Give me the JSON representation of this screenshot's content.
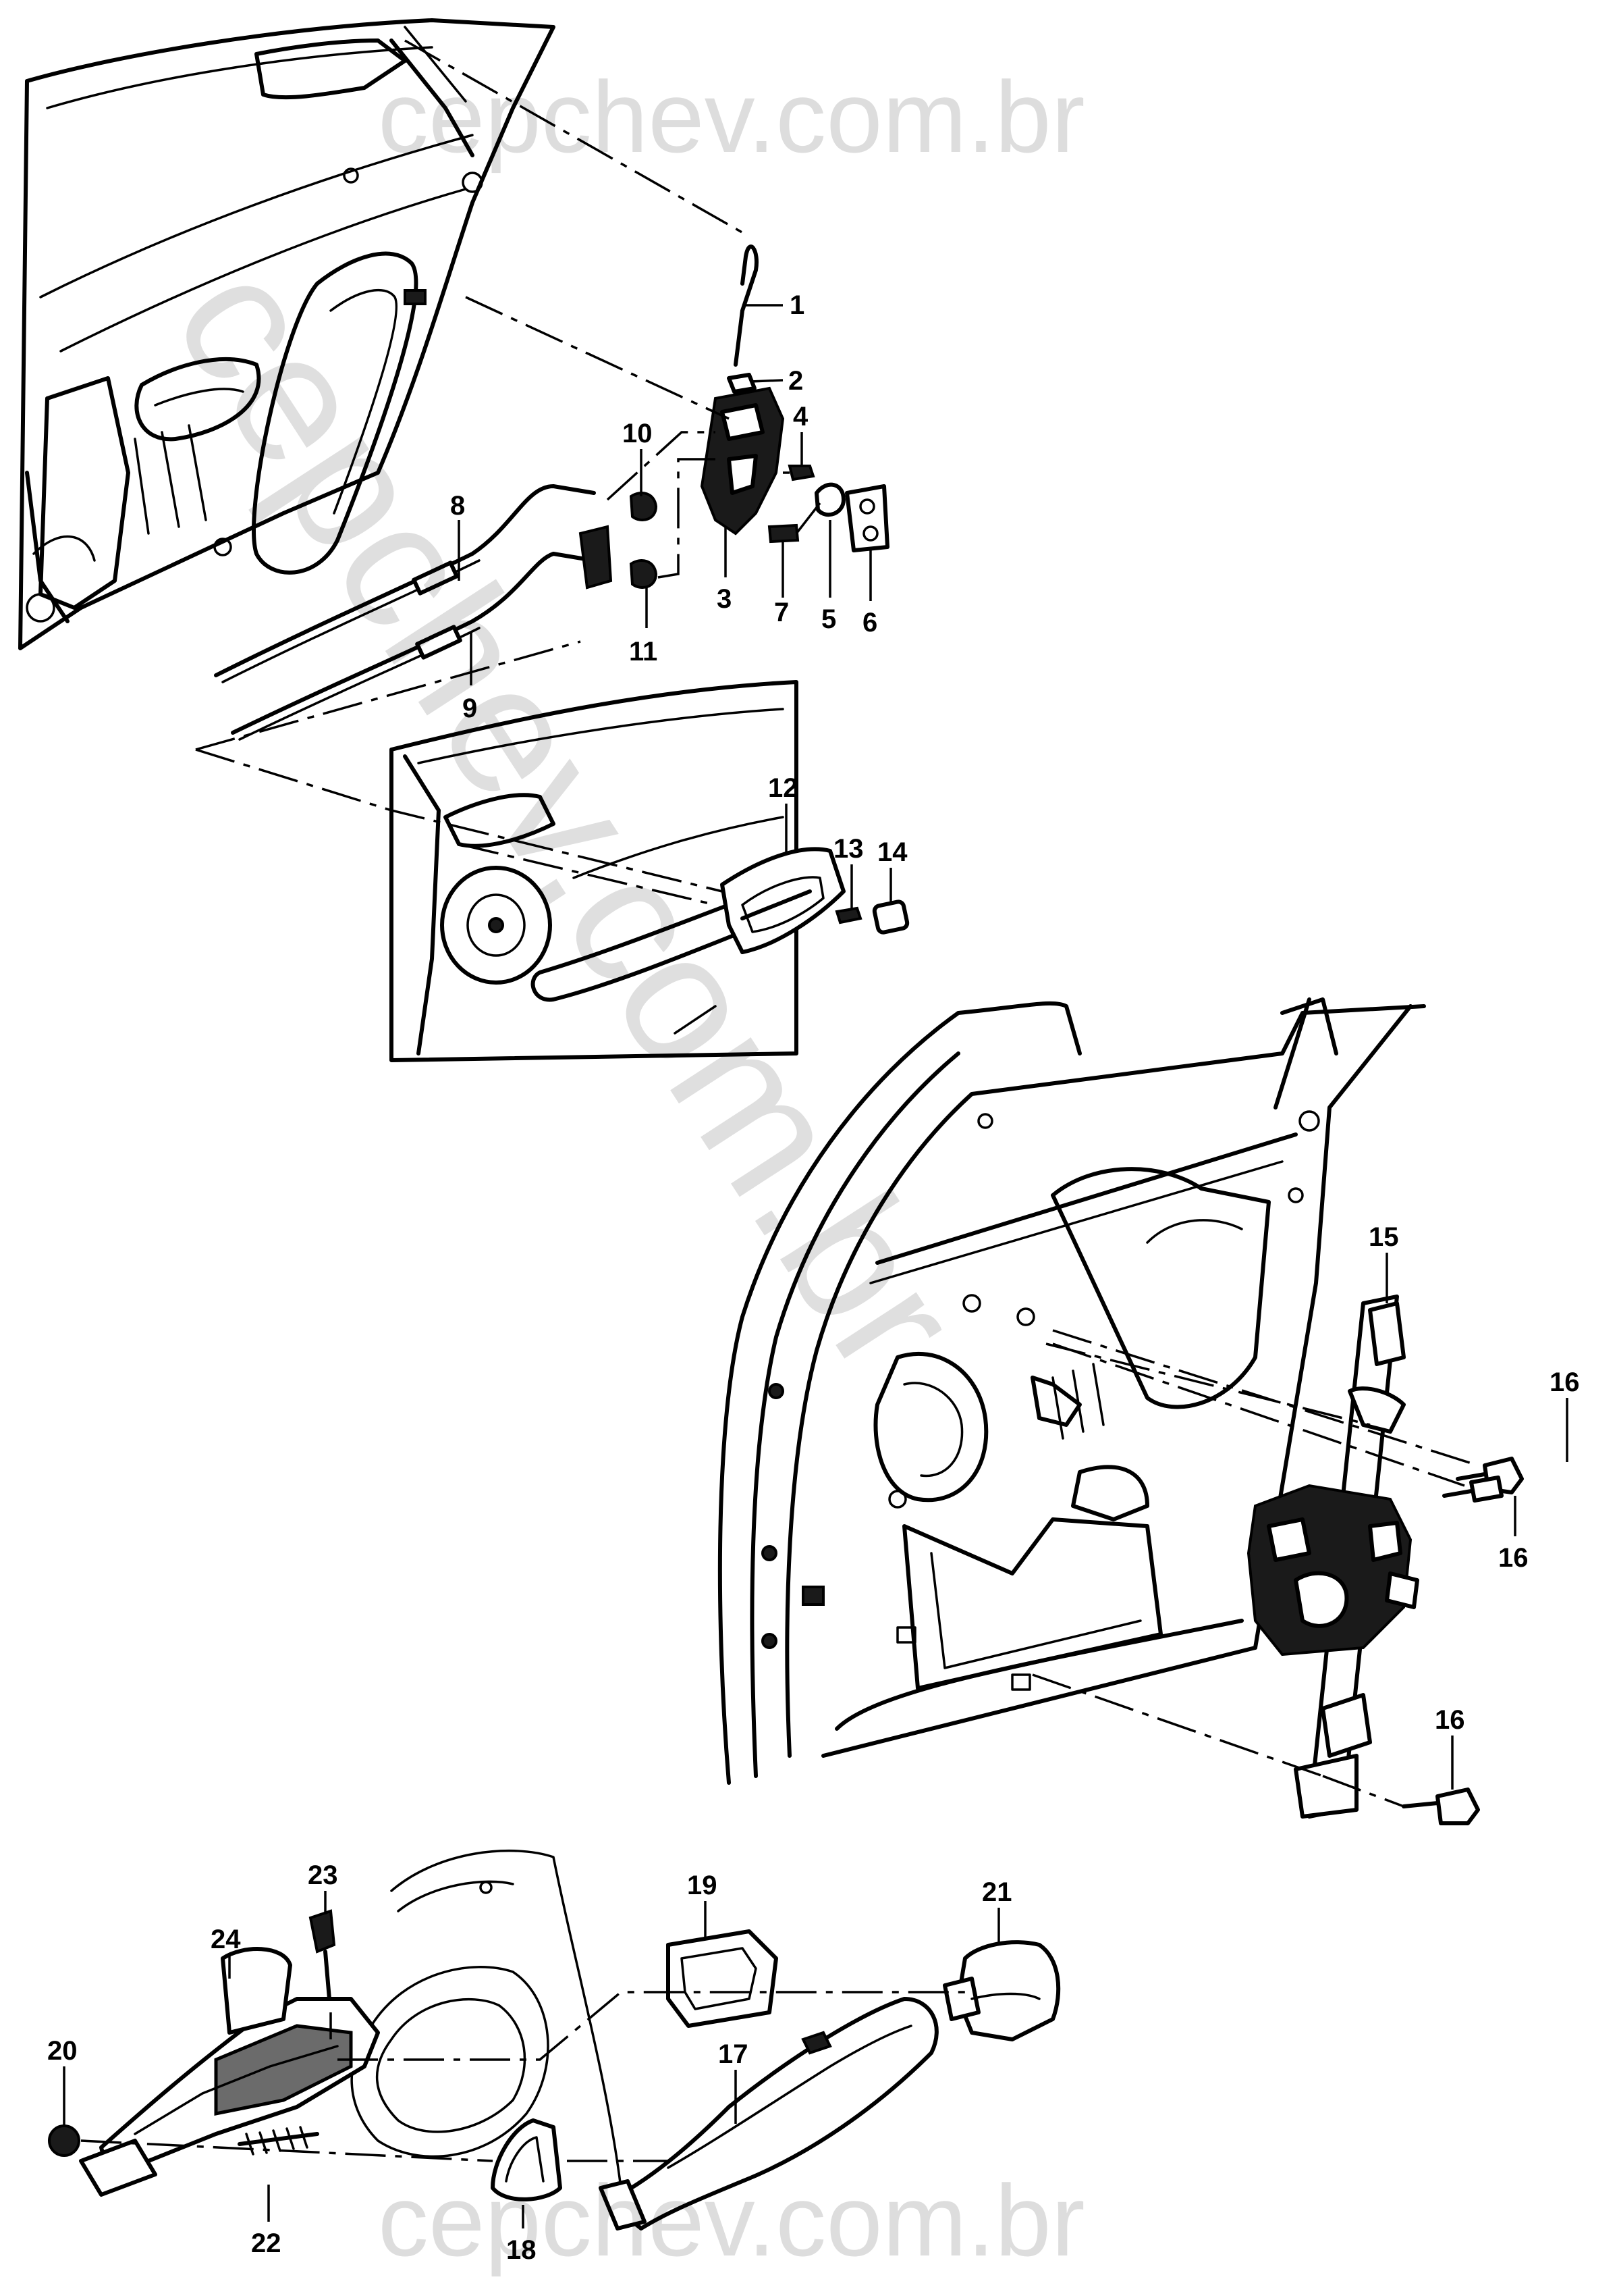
{
  "watermark": {
    "top": "cepchev.com.br",
    "diagonal": "cepchev.com.br",
    "bottom": "cepchev.com.br"
  },
  "callouts": [
    {
      "id": "1",
      "text": "1"
    },
    {
      "id": "2",
      "text": "2"
    },
    {
      "id": "3",
      "text": "3"
    },
    {
      "id": "4",
      "text": "4"
    },
    {
      "id": "5",
      "text": "5"
    },
    {
      "id": "6",
      "text": "6"
    },
    {
      "id": "7",
      "text": "7"
    },
    {
      "id": "8",
      "text": "8"
    },
    {
      "id": "9",
      "text": "9"
    },
    {
      "id": "10",
      "text": "10"
    },
    {
      "id": "11",
      "text": "11"
    },
    {
      "id": "12",
      "text": "12"
    },
    {
      "id": "13",
      "text": "13"
    },
    {
      "id": "14",
      "text": "14"
    },
    {
      "id": "15",
      "text": "15"
    },
    {
      "id": "16a",
      "text": "16"
    },
    {
      "id": "16b",
      "text": "16"
    },
    {
      "id": "16c",
      "text": "16"
    },
    {
      "id": "17",
      "text": "17"
    },
    {
      "id": "18",
      "text": "18"
    },
    {
      "id": "19",
      "text": "19"
    },
    {
      "id": "20",
      "text": "20"
    },
    {
      "id": "21",
      "text": "21"
    },
    {
      "id": "22",
      "text": "22"
    },
    {
      "id": "23",
      "text": "23"
    },
    {
      "id": "24",
      "text": "24"
    }
  ]
}
